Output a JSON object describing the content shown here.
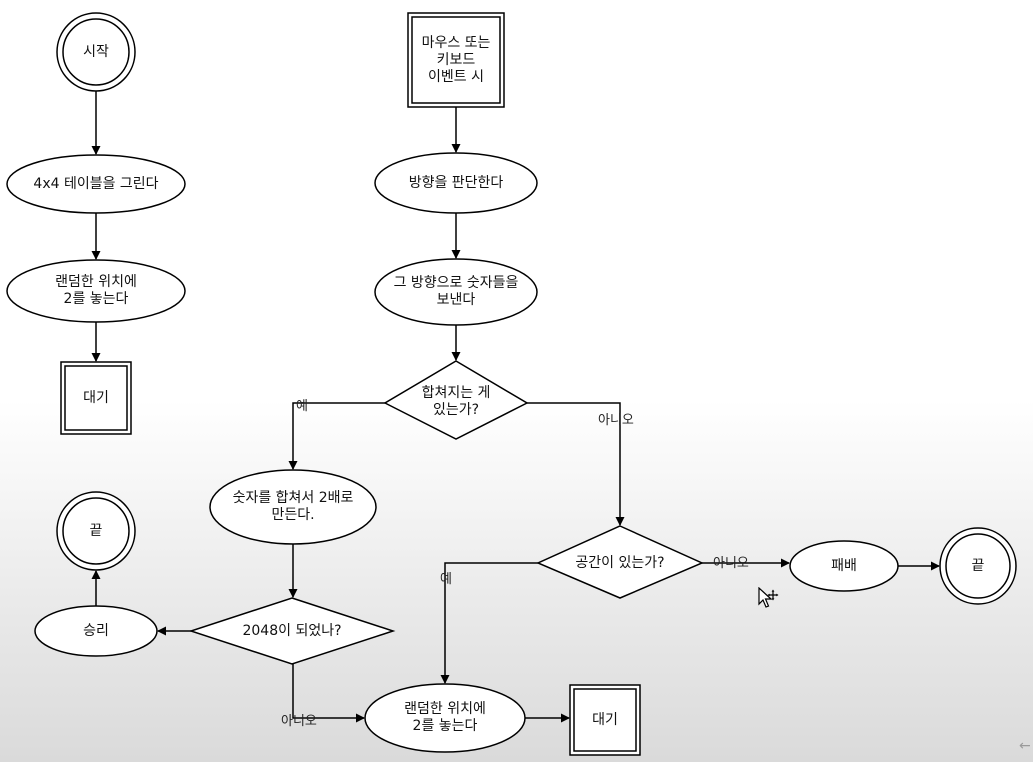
{
  "nodes": {
    "start": "시작",
    "draw_table": "4x4 테이블을 그린다",
    "place_two_start": "랜덤한 위치에\n2를 놓는다",
    "wait_start": "대기",
    "event": "마우스 또는\n키보드\n이벤트 시",
    "judge_direction": "방향을 판단한다",
    "send_numbers": "그 방향으로 숫자들을\n보낸다",
    "can_merge": "합쳐지는 게\n있는가?",
    "merge_double": "숫자를 합쳐서 2배로\n만든다.",
    "end_win": "끝",
    "win": "승리",
    "reached_2048": "2048이 되었나?",
    "space_exists": "공간이 있는가?",
    "lose": "패배",
    "end_lose": "끝",
    "place_two_loop": "랜덤한 위치에\n2를 놓는다",
    "wait_loop": "대기"
  },
  "edge_labels": {
    "yes_1": "예",
    "no_1": "아니오",
    "yes_2": "예",
    "no_2": "아니오",
    "no_3": "아니오"
  },
  "colors": {
    "stroke": "#000000",
    "node_fill": "#ffffff",
    "page_top": "#ffffff",
    "page_bottom": "#dadada"
  }
}
